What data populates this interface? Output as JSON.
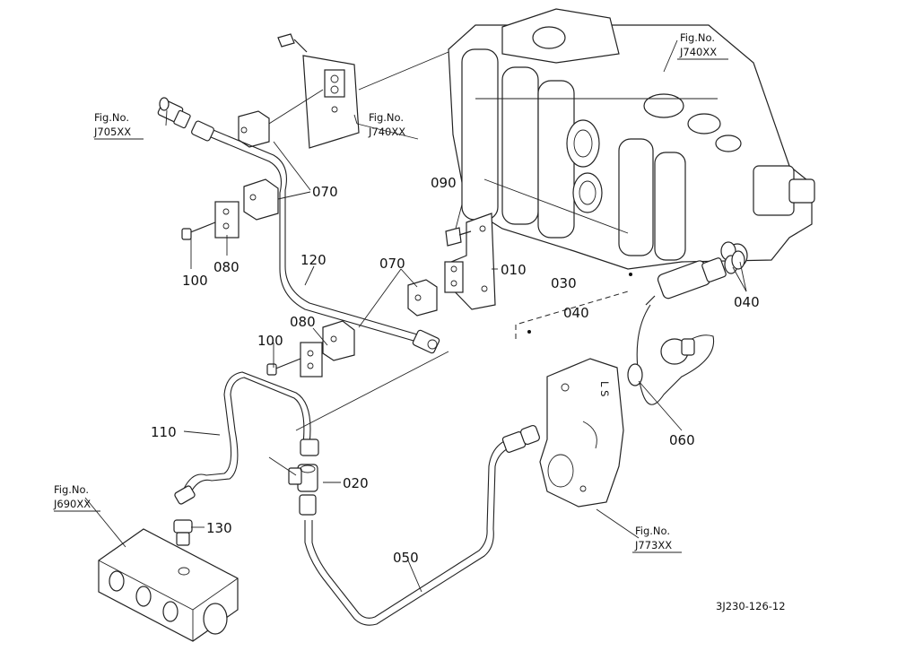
{
  "part_numbers": {
    "p010": "010",
    "p020": "020",
    "p030": "030",
    "p040a": "040",
    "p040b": "040",
    "p050": "050",
    "p060": "060",
    "p070a": "070",
    "p070b": "070",
    "p080a": "080",
    "p080b": "080",
    "p090": "090",
    "p100a": "100",
    "p100b": "100",
    "p110": "110",
    "p120": "120",
    "p130": "130"
  },
  "fig_refs": {
    "j705": {
      "line1": "Fig.No.",
      "line2": "J705XX"
    },
    "j740a": {
      "line1": "Fig.No.",
      "line2": "J740XX"
    },
    "j740b": {
      "line1": "Fig.No.",
      "line2": "J740XX"
    },
    "j690": {
      "line1": "Fig.No.",
      "line2": "J690XX"
    },
    "j773": {
      "line1": "Fig.No.",
      "line2": "J773XX"
    }
  },
  "drawing_code": "3J230-126-12"
}
